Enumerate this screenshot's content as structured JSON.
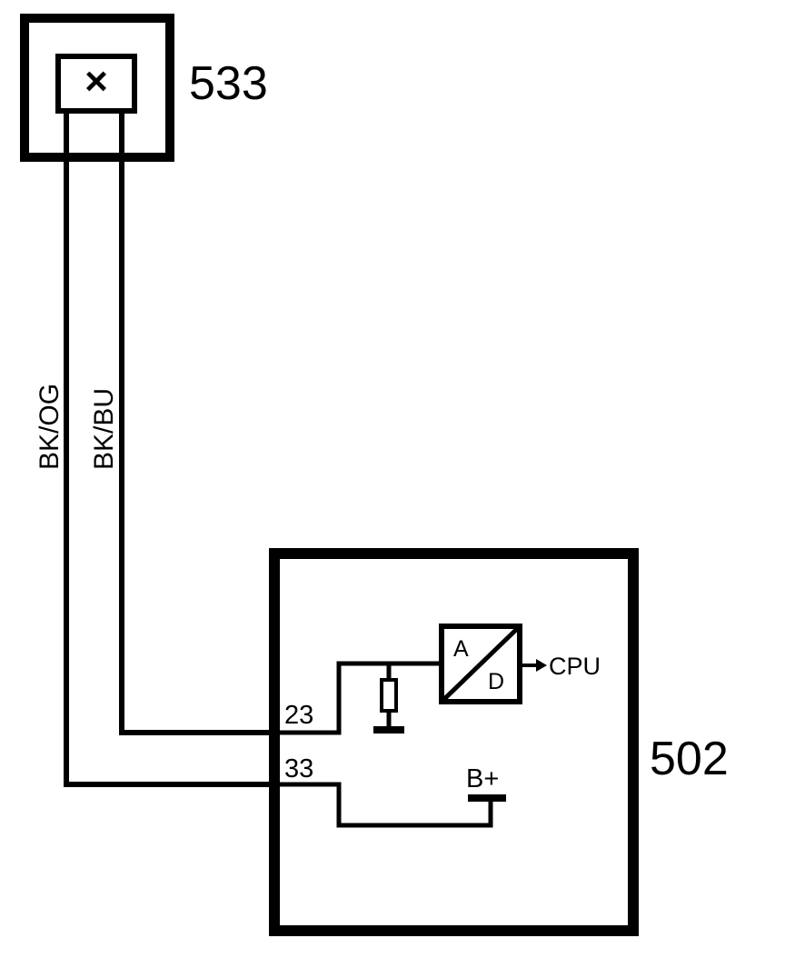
{
  "components": {
    "sensor": {
      "id": "533",
      "symbol": "×"
    },
    "module": {
      "id": "502"
    }
  },
  "wires": {
    "left": {
      "color_code": "BK/OG"
    },
    "right": {
      "color_code": "BK/BU"
    }
  },
  "pins": {
    "signal": "23",
    "supply": "33"
  },
  "converter": {
    "input_label": "A",
    "output_label": "D",
    "target": "CPU"
  },
  "supply": {
    "label": "B+"
  },
  "colors": {
    "line": "#000000",
    "background": "#ffffff"
  }
}
